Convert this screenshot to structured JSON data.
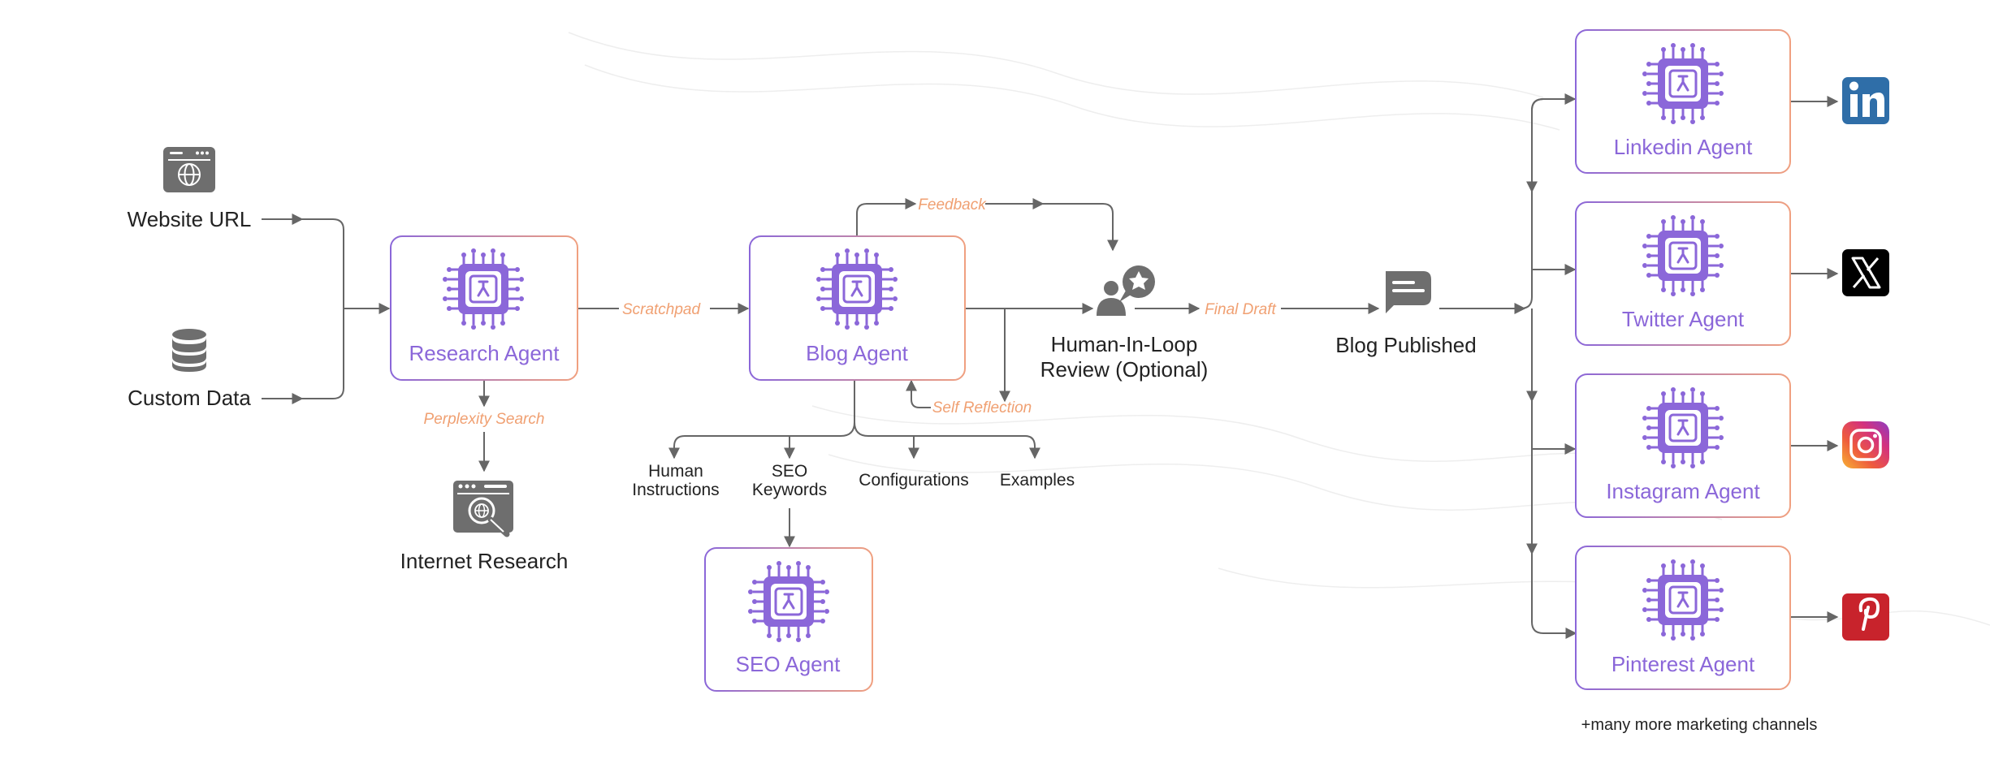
{
  "colors": {
    "agent": "#8b67d9",
    "edge_label": "#f0a072",
    "connector": "#666666",
    "icon_gray": "#6e6e6e",
    "box_start": "#8b67d9",
    "box_end": "#f0a080",
    "linkedin": "#2f6ea8",
    "x": "#000000",
    "pinterest": "#c8232c"
  },
  "sources": {
    "website_url": "Website URL",
    "custom_data": "Custom Data"
  },
  "agents": {
    "research": "Research Agent",
    "blog": "Blog Agent",
    "seo": "SEO Agent",
    "linkedin": "Linkedin Agent",
    "twitter": "Twitter Agent",
    "instagram": "Instagram Agent",
    "pinterest": "Pinterest Agent"
  },
  "edges": {
    "scratchpad": "Scratchpad",
    "perplexity": "Perplexity Search",
    "feedback": "Feedback",
    "self_reflection": "Self Reflection",
    "final_draft": "Final Draft"
  },
  "nodes": {
    "internet_research": "Internet Research",
    "review_line1": "Human-In-Loop",
    "review_line2": "Review (Optional)",
    "blog_published": "Blog Published"
  },
  "inputs": {
    "human_line1": "Human",
    "human_line2": "Instructions",
    "seo_line1": "SEO",
    "seo_line2": "Keywords",
    "configurations": "Configurations",
    "examples": "Examples"
  },
  "footer_note": "+many more marketing channels"
}
